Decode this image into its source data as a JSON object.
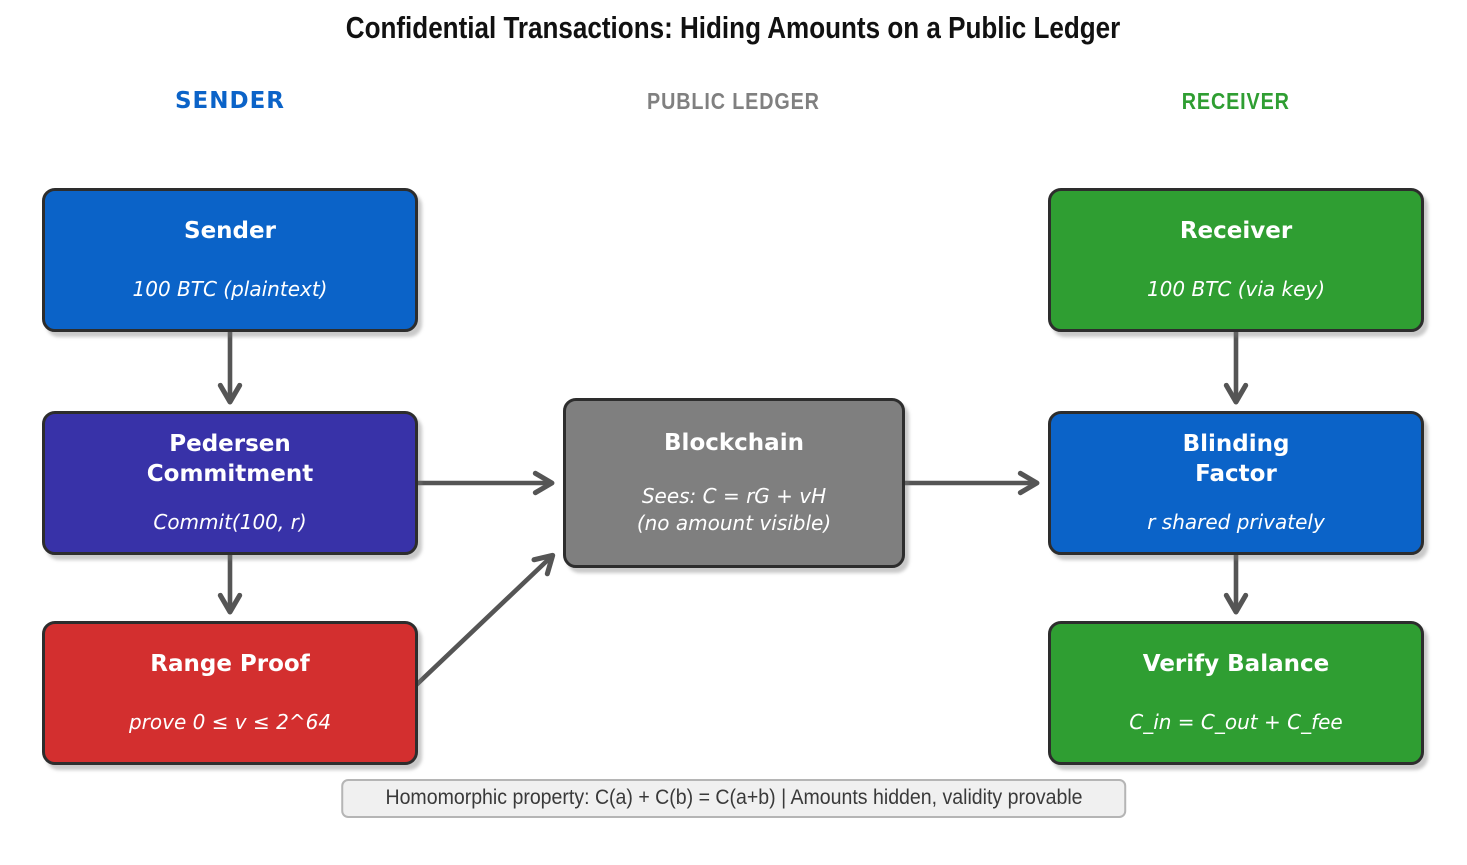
{
  "title": "Confidential Transactions: Hiding Amounts on a Public Ledger",
  "columns": {
    "sender": {
      "label": "SENDER",
      "color": "#0b63c8"
    },
    "ledger": {
      "label": "PUBLIC LEDGER",
      "color": "#808080"
    },
    "receiver": {
      "label": "RECEIVER",
      "color": "#2f9e32"
    }
  },
  "nodes": {
    "sender": {
      "title": "Sender",
      "subtitle": "100 BTC (plaintext)",
      "color": "#0b63c8"
    },
    "pedersen": {
      "title": "Pedersen\nCommitment",
      "subtitle": "Commit(100, r)",
      "color": "#3832a8"
    },
    "range": {
      "title": "Range Proof",
      "subtitle": "prove 0 ≤ v ≤ 2^64",
      "color": "#d32f2f"
    },
    "blockchain": {
      "title": "Blockchain",
      "subtitle": "Sees: C = rG + vH\n(no amount visible)",
      "color": "#7f7f7f"
    },
    "receiver": {
      "title": "Receiver",
      "subtitle": "100 BTC (via key)",
      "color": "#2f9e32"
    },
    "blinding": {
      "title": "Blinding\nFactor",
      "subtitle": "r shared privately",
      "color": "#0b63c8"
    },
    "verify": {
      "title": "Verify Balance",
      "subtitle": "C_in = C_out + C_fee",
      "color": "#2f9e32"
    }
  },
  "edges": [
    {
      "from": "sender",
      "to": "pedersen"
    },
    {
      "from": "pedersen",
      "to": "range"
    },
    {
      "from": "pedersen",
      "to": "blockchain"
    },
    {
      "from": "range",
      "to": "blockchain"
    },
    {
      "from": "blockchain",
      "to": "blinding"
    },
    {
      "from": "receiver",
      "to": "blinding"
    },
    {
      "from": "blinding",
      "to": "verify"
    }
  ],
  "note": {
    "text": "Homomorphic property: C(a) + C(b) = C(a+b)   |   Amounts hidden, validity provable"
  },
  "colors": {
    "box_border": "#2d2d2d",
    "arrow": "#555555",
    "note_background": "#f0f0f0",
    "note_border": "#b5b5b5",
    "note_text": "#3a3a3a",
    "title_text": "#111111",
    "background": "#ffffff"
  }
}
